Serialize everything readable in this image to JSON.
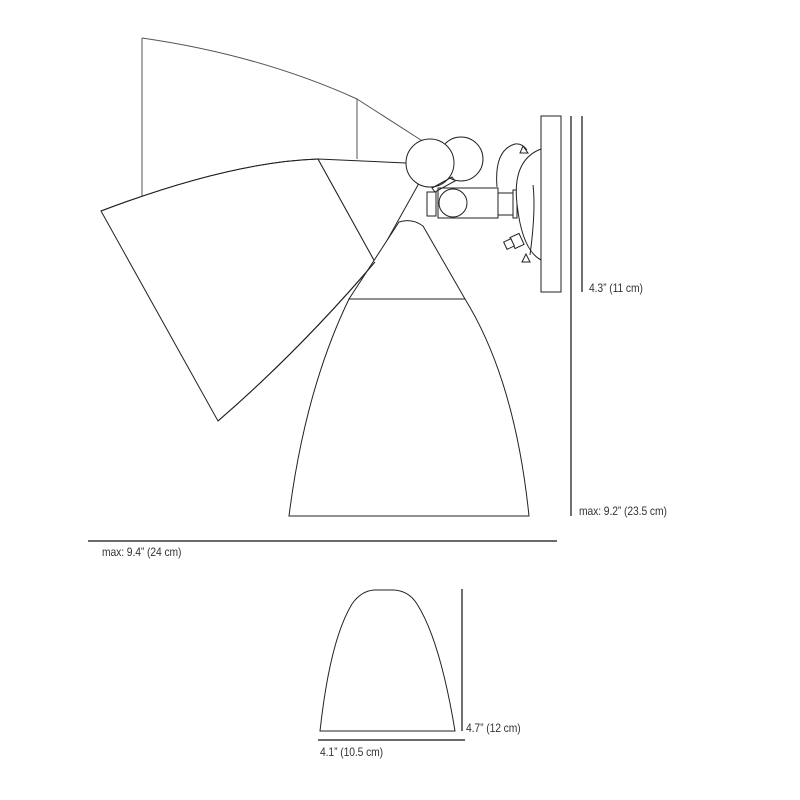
{
  "figure": {
    "type": "product-dimension-drawing",
    "subject": "adjustable wall sconce with bell shade",
    "line_color": "#222222",
    "text_color": "#333333",
    "background": "#ffffff"
  },
  "dimensions": {
    "base_height": "4.3” (11 cm)",
    "max_height": "max: 9.2” (23.5 cm)",
    "max_depth": "max: 9.4” (24 cm)",
    "shade_height": "4.7” (12 cm)",
    "shade_width": "4.1” (10.5 cm)"
  },
  "views": [
    {
      "name": "side-view",
      "description": "Lamp shown in three tilt positions (raised, angled, down) with rotating joint and wall mount"
    },
    {
      "name": "shade-detail",
      "description": "Standalone bell-shaped shade profile"
    }
  ]
}
